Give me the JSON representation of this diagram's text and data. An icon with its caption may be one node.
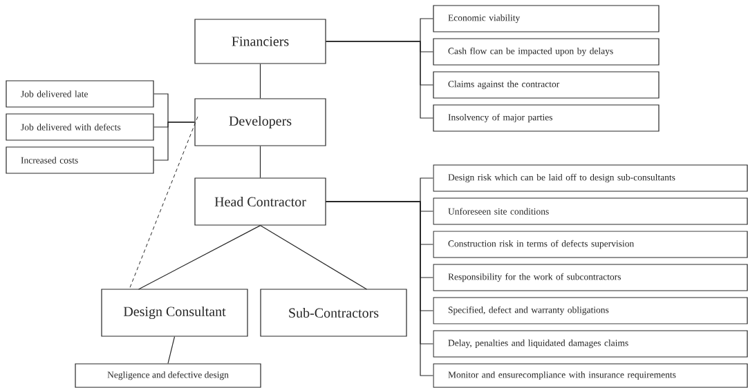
{
  "diagram": {
    "nodes": [
      {
        "text": [
          "Financiers"
        ]
      },
      {
        "text": [
          "Developers"
        ]
      },
      {
        "text": [
          "Head Contractor"
        ]
      },
      {
        "text": [
          "Design Consultant"
        ]
      },
      {
        "text": [
          "Sub-Contractors"
        ]
      },
      {
        "text": [
          "Job delivered late"
        ]
      },
      {
        "text": [
          "Job delivered with defects"
        ]
      },
      {
        "text": [
          "Increased costs"
        ]
      },
      {
        "text": [
          "Economic viability"
        ]
      },
      {
        "text": [
          "Cash flow can be impacted upon by delays"
        ]
      },
      {
        "text": [
          "Claims against the contractor"
        ]
      },
      {
        "text": [
          "Insolvency of major parties"
        ]
      },
      {
        "text": [
          "Design risk which can be laid off to design sub-consultants"
        ]
      },
      {
        "text": [
          "Unforeseen site conditions"
        ]
      },
      {
        "text": [
          "Construction risk in terms of defects supervision"
        ]
      },
      {
        "text": [
          "Responsibility for the work of subcontractors"
        ]
      },
      {
        "text": [
          "Specified, defect and warranty obligations"
        ]
      },
      {
        "text": [
          "Delay, penalties and liquidated damages claims"
        ]
      },
      {
        "text": [
          "Monitor and ensurecompliance with insurance requirements"
        ]
      },
      {
        "text": [
          "Negligence and defective design"
        ]
      }
    ],
    "edges": [
      {
        "from": 0,
        "to": 1,
        "arrow": "none"
      },
      {
        "from": 1,
        "to": 2,
        "arrow": "none"
      },
      {
        "from": 2,
        "to": 3,
        "arrow": "none"
      },
      {
        "from": 2,
        "to": 4,
        "arrow": "none"
      },
      {
        "from": 1,
        "to": 3,
        "arrow": "none",
        "style": "dashed"
      },
      {
        "from": 3,
        "to": 19,
        "arrow": "none"
      },
      {
        "from": 1,
        "to": 5,
        "arrow": "none"
      },
      {
        "from": 1,
        "to": 6,
        "arrow": "none"
      },
      {
        "from": 1,
        "to": 7,
        "arrow": "none"
      },
      {
        "from": 0,
        "to": 8,
        "arrow": "none"
      },
      {
        "from": 0,
        "to": 9,
        "arrow": "none"
      },
      {
        "from": 0,
        "to": 10,
        "arrow": "none"
      },
      {
        "from": 0,
        "to": 11,
        "arrow": "none"
      },
      {
        "from": 2,
        "to": 12,
        "arrow": "none"
      },
      {
        "from": 2,
        "to": 13,
        "arrow": "none"
      },
      {
        "from": 2,
        "to": 14,
        "arrow": "none"
      },
      {
        "from": 2,
        "to": 15,
        "arrow": "none"
      },
      {
        "from": 2,
        "to": 16,
        "arrow": "none"
      },
      {
        "from": 2,
        "to": 17,
        "arrow": "none"
      },
      {
        "from": 2,
        "to": 18,
        "arrow": "none"
      }
    ]
  }
}
